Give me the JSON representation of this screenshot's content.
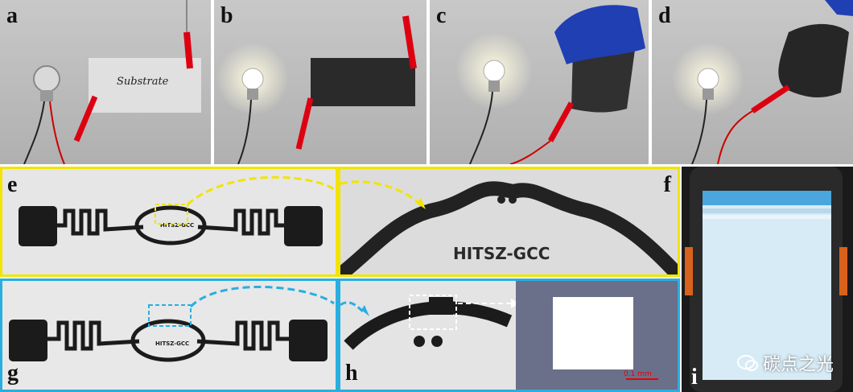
{
  "panels": {
    "a": {
      "label": "a",
      "handwriting": "Substrate"
    },
    "b": {
      "label": "b"
    },
    "c": {
      "label": "c"
    },
    "d": {
      "label": "d"
    },
    "e": {
      "label": "e",
      "chip_text": "HITSZ-GCC"
    },
    "f": {
      "label": "f",
      "zoom_text": "HITSZ-GCC"
    },
    "g": {
      "label": "g",
      "chip_text": "HITSZ-GCC"
    },
    "h": {
      "label": "h",
      "scale_text": "0.1 mm"
    },
    "i": {
      "label": "i"
    }
  },
  "watermark": {
    "text": "碳点之光",
    "icon": "wechat-icon"
  },
  "colors": {
    "yellow_frame": "#f2e400",
    "blue_frame": "#29aee0",
    "yellow_arrow": "#f2e400",
    "blue_arrow": "#29aee0"
  }
}
